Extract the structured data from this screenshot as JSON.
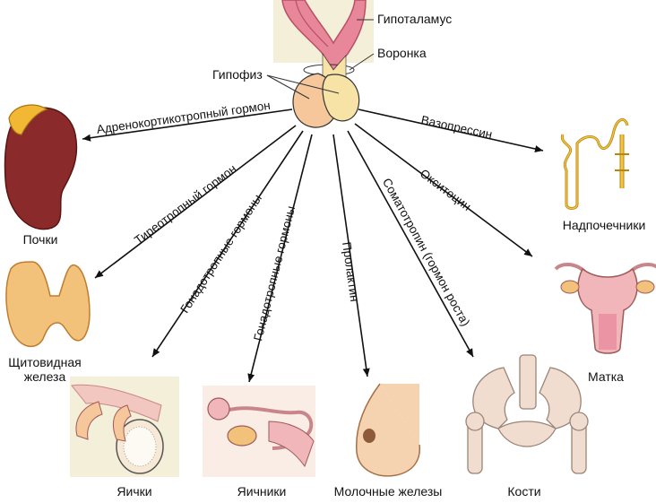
{
  "labels": {
    "hypothalamus": "Гипоталамус",
    "infundibulum": "Воронка",
    "pituitary": "Гипофиз"
  },
  "targets": {
    "kidneys": "Почки",
    "thyroid_line1": "Щитовидная",
    "thyroid_line2": "железа",
    "testes": "Яички",
    "ovaries": "Яичники",
    "mammary": "Молочные железы",
    "bones": "Кости",
    "uterus": "Матка",
    "adrenals": "Надпочечники"
  },
  "hormones": {
    "acth": "Адренокортикотропный гормон",
    "tsh": "Тиреотропный гормон",
    "gonadotropic_1": "Гонадотропные гормоны",
    "gonadotropic_2": "Гонадотропные гормоны",
    "prolactin": "Пролактин",
    "somatotropin": "Соматотропин (гормон роста)",
    "oxytocin": "Окситоцин",
    "vasopressin": "Вазопрессин"
  },
  "colors": {
    "anterior_lobe": "#f5c79a",
    "posterior_lobe": "#f8e3a6",
    "hypothalamus": "#e8869a",
    "kidney": "#8b2a2a",
    "adrenal_cap": "#f2b833",
    "thyroid": "#f3c27a",
    "bone": "#f1ddd0",
    "uterus": "#f0b6b9",
    "arrow": "#111111"
  }
}
